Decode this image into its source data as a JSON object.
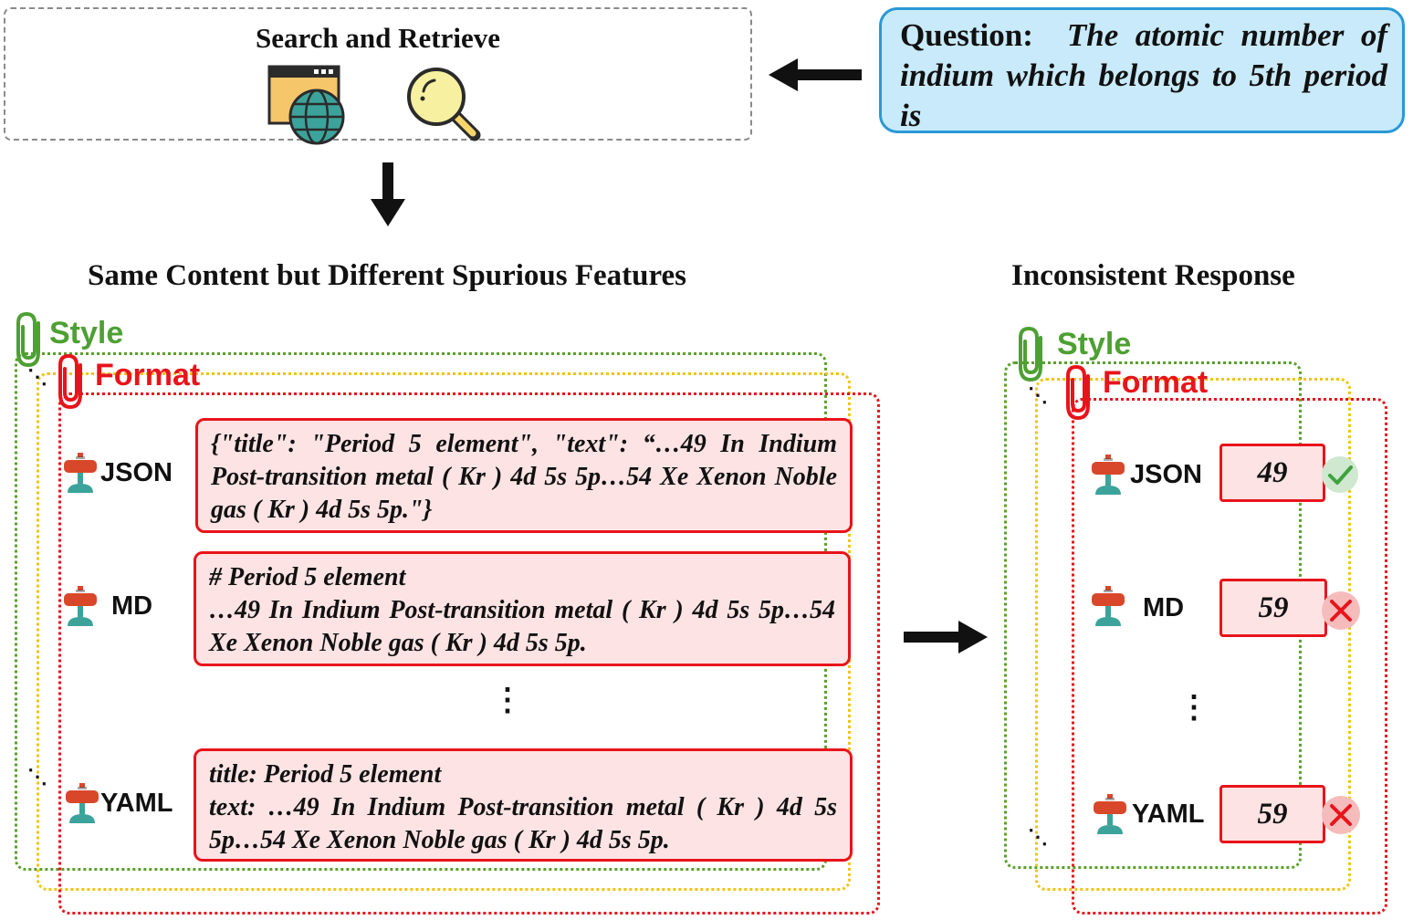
{
  "search": {
    "title": "Search and Retrieve",
    "icons": [
      "web-browser-globe-icon",
      "magnifier-icon"
    ]
  },
  "question": {
    "label": "Question:",
    "text": "The atomic number of indium which belongs to 5th period is"
  },
  "left": {
    "title": "Same Content but Different Spurious Features",
    "style_tag": "Style",
    "format_tag": "Format",
    "items": [
      {
        "format": "JSON",
        "content": "{\"title\": \"Period 5 element\", \"text\": “…49 In Indium Post-transition metal ( Kr ) 4d 5s 5p…54 Xe Xenon Noble gas ( Kr ) 4d 5s 5p.\"}"
      },
      {
        "format": "MD",
        "heading": "# Period 5 element",
        "content": "…49 In Indium Post-transition metal ( Kr ) 4d 5s 5p…54 Xe Xenon Noble gas ( Kr ) 4d 5s 5p."
      },
      {
        "format": "YAML",
        "heading": "title: Period 5 element",
        "content": "text: …49 In Indium Post-transition metal ( Kr ) 4d 5s 5p…54 Xe Xenon Noble gas ( Kr ) 4d 5s 5p."
      }
    ],
    "ellipsis": "⋮"
  },
  "right": {
    "title": "Inconsistent Response",
    "style_tag": "Style",
    "format_tag": "Format",
    "items": [
      {
        "format": "JSON",
        "answer": "49",
        "status": "correct"
      },
      {
        "format": "MD",
        "answer": "59",
        "status": "wrong"
      },
      {
        "format": "YAML",
        "answer": "59",
        "status": "wrong"
      }
    ],
    "ellipsis": "⋮"
  },
  "colors": {
    "style": "#5aa02c",
    "format": "#e8141b",
    "middle_frame": "#f1c40f",
    "question_bg": "#c8eafa",
    "question_border": "#2a98d4",
    "doc_bg": "#fde3e3"
  }
}
